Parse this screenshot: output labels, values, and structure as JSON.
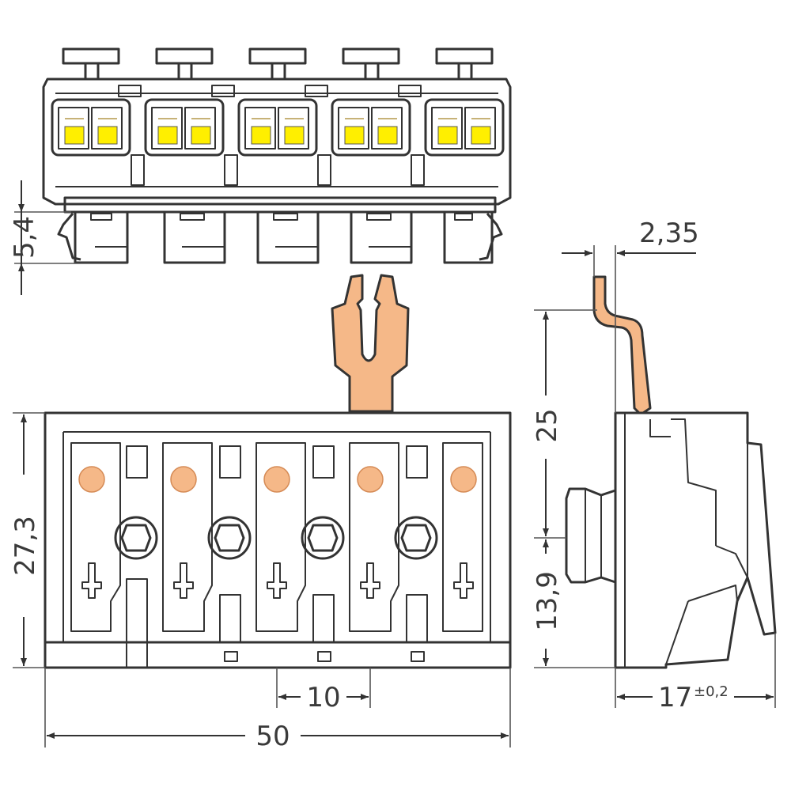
{
  "dimensions": {
    "top_height": "5,4",
    "wire_offset": "2,35",
    "pin_height": "25",
    "body_height": "27,3",
    "lower_height": "13,9",
    "pitch": "10",
    "total_width": "50",
    "depth": "17",
    "depth_tolerance": "±0,2"
  },
  "colors": {
    "contact": "#f5b888",
    "spring_indicator": "#ffef00",
    "outline": "#333333"
  }
}
